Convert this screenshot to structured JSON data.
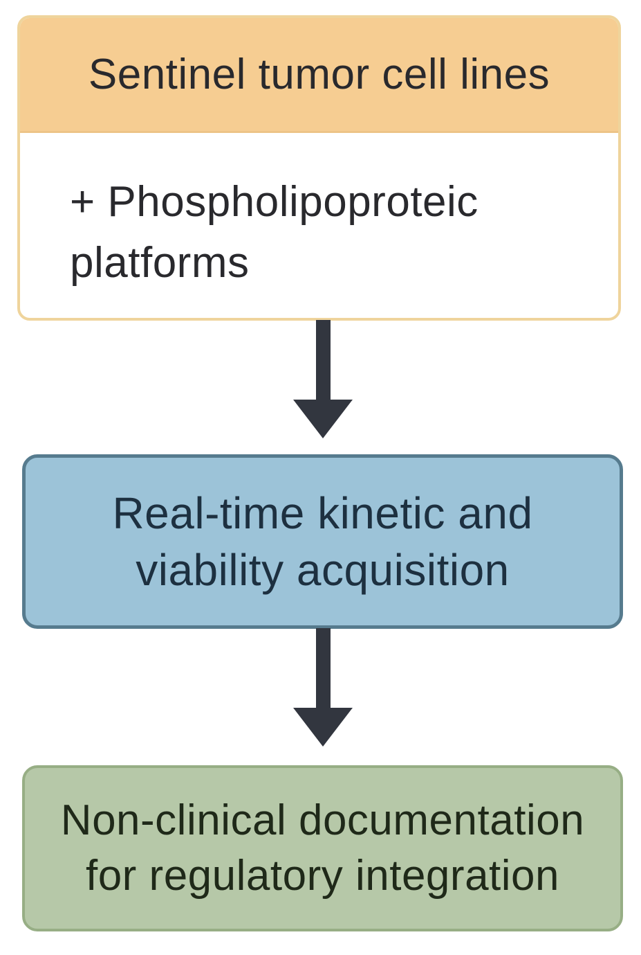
{
  "figure": {
    "type": "flowchart",
    "direction": "top-down",
    "node_count": 3
  },
  "nodes": {
    "top": {
      "header": "Sentinel tumor cell lines",
      "body_line1": "+ Phospholipoproteic",
      "body_line2": "platforms"
    },
    "middle": {
      "line1": "Real-time kinetic and",
      "line2": "viability acquisition"
    },
    "bottom": {
      "line1": "Non-clinical documentation",
      "line2": "for regulatory integration"
    }
  },
  "icons": {
    "connector1": "down-arrow-icon",
    "connector2": "down-arrow-icon"
  },
  "colors": {
    "canvas-bg": "#ffffff",
    "top-border": "#efd49c",
    "top-header-bg": "#f6cd92",
    "top-header-divider": "#edc487",
    "top-body-bg": "#ffffff",
    "top-text": "#29292d",
    "middle-bg": "#9cc3d8",
    "middle-border": "#567b8e",
    "middle-text": "#1d3040",
    "bottom-bg": "#b6c8a8",
    "bottom-border": "#97ae85",
    "bottom-text": "#1f2919",
    "arrow": "#32363f"
  }
}
